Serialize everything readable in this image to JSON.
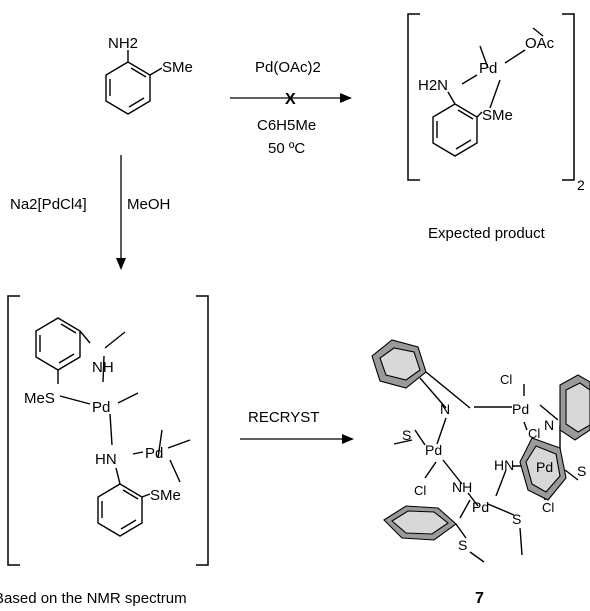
{
  "start_material": {
    "amine": "NH2",
    "thioether": "SMe"
  },
  "reaction_top": {
    "reagent": "Pd(OAc)2",
    "failed_mark": "X",
    "solvent": "C6H5Me",
    "temperature": "50 ºC"
  },
  "expected_product": {
    "atoms": {
      "acetate": "OAc",
      "metal": "Pd",
      "amine": "H2N",
      "thioether": "SMe"
    },
    "dimer_subscript": "2",
    "caption": "Expected product"
  },
  "reaction_down": {
    "reagent": "Na2[PdCl4]",
    "solvent": "MeOH"
  },
  "nmr_structure": {
    "atoms": {
      "nh_top": "NH",
      "pd_top": "Pd",
      "mes": "MeS",
      "hn_bottom": "HN",
      "pd_bottom": "Pd",
      "sme_bottom": "SMe"
    },
    "caption": "Based on the NMR spectrum"
  },
  "recryst": {
    "label": "RECRYST"
  },
  "compound7": {
    "label": "7",
    "atoms": {
      "cl1": "Cl",
      "cl2": "Cl",
      "cl3": "Cl",
      "cl4": "Cl",
      "pd1": "Pd",
      "pd2": "Pd",
      "pd3": "Pd",
      "pd4": "Pd",
      "n1": "N",
      "n2": "N",
      "nh": "NH",
      "hn": "HN",
      "s1": "S",
      "s2": "S",
      "s3": "S",
      "s4": "S"
    }
  },
  "colors": {
    "ink": "#000000",
    "background": "#ffffff",
    "ring_shade": "#9a9a9a"
  }
}
